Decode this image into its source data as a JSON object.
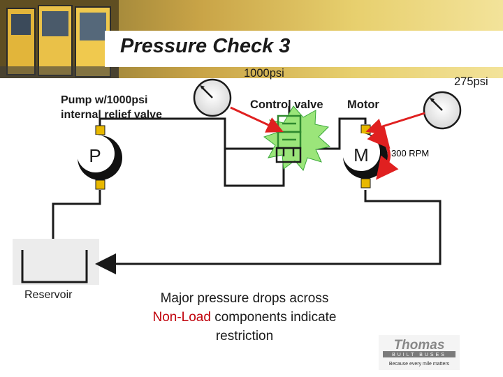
{
  "slide": {
    "title": "Pressure Check 3",
    "brand_color": "#c9a447"
  },
  "labels": {
    "pump": [
      "Pump w/1000psi",
      "internal relief valve"
    ],
    "pressure_left": "1000psi",
    "pressure_right": "275psi",
    "control_valve": "Control valve",
    "motor": "Motor",
    "pump_letter": "P",
    "motor_letter": "M",
    "rpm": "300 RPM",
    "reservoir": "Reservoir"
  },
  "caption": {
    "line1": "Major pressure drops across",
    "highlight": "Non-Load",
    "line2_rest": " components indicate",
    "line3": "restriction"
  },
  "logo": {
    "name": "Thomas",
    "subline": "BUILT BUSES",
    "tagline": "Because every mile matters"
  },
  "colors": {
    "line": "#1a1a1a",
    "arrow": "#e02020",
    "port": "#e8b800",
    "burst": "#9be57a",
    "valve": "#2f8a2f",
    "highlight_text": "#c0000a"
  },
  "icons": [
    "pressure-gauge-icon",
    "pump-icon",
    "motor-icon",
    "control-valve-icon",
    "reservoir-icon",
    "thomas-logo"
  ]
}
